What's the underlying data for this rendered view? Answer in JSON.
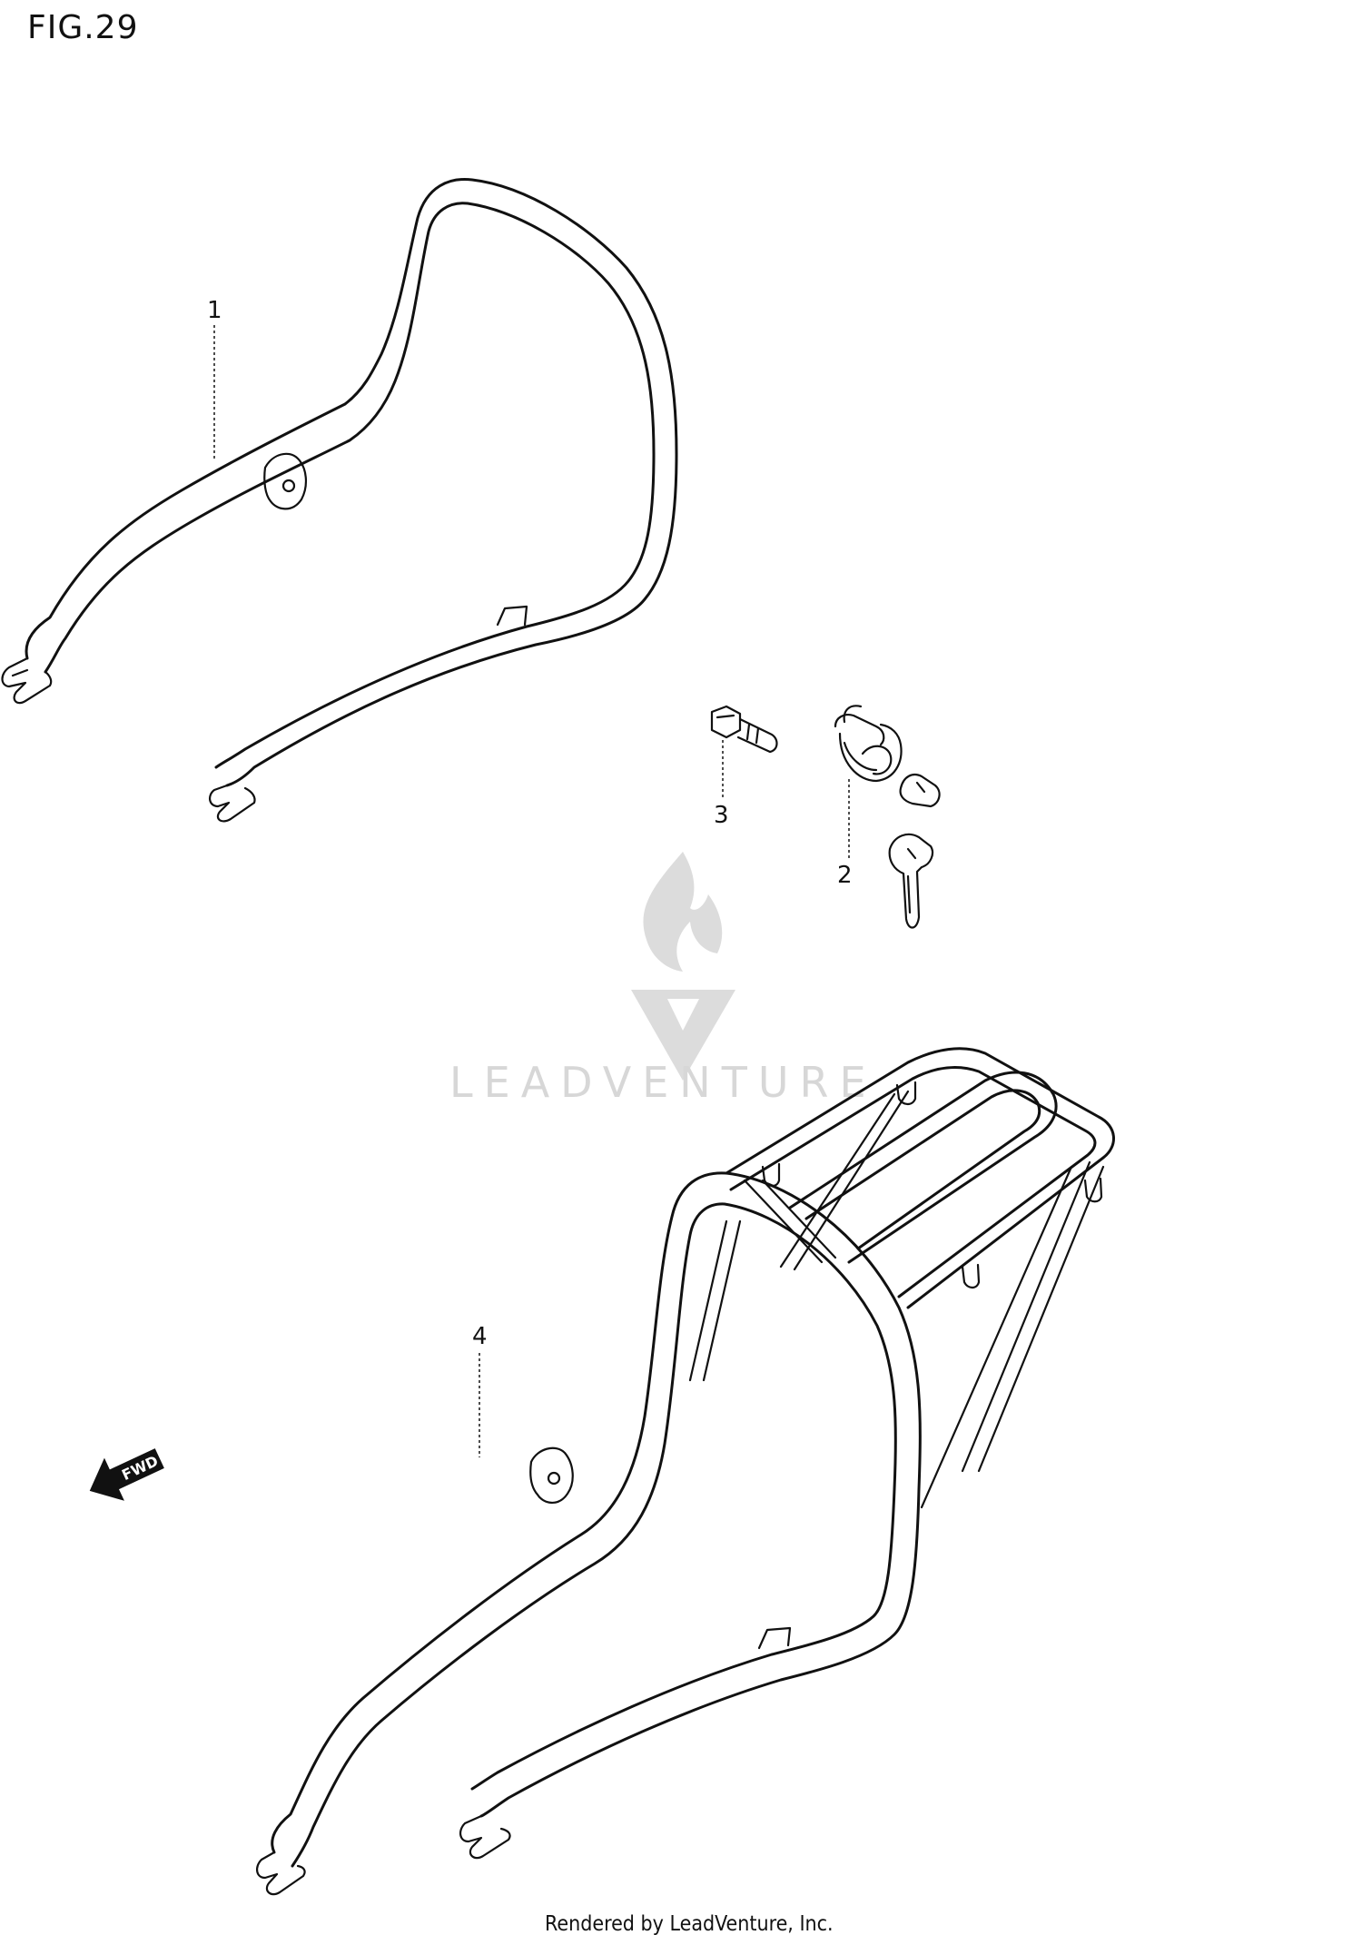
{
  "figure": {
    "title": "FIG.29"
  },
  "callouts": [
    {
      "id": "1",
      "label": "1"
    },
    {
      "id": "2",
      "label": "2"
    },
    {
      "id": "3",
      "label": "3"
    },
    {
      "id": "4",
      "label": "4"
    }
  ],
  "direction_arrow": {
    "label": "FWD"
  },
  "watermark": {
    "text": "LEADVENTURE"
  },
  "footer": {
    "text": "Rendered by LeadVenture, Inc."
  },
  "colors": {
    "line": "#111111",
    "watermark": "#d7d7d7",
    "background": "#ffffff"
  }
}
